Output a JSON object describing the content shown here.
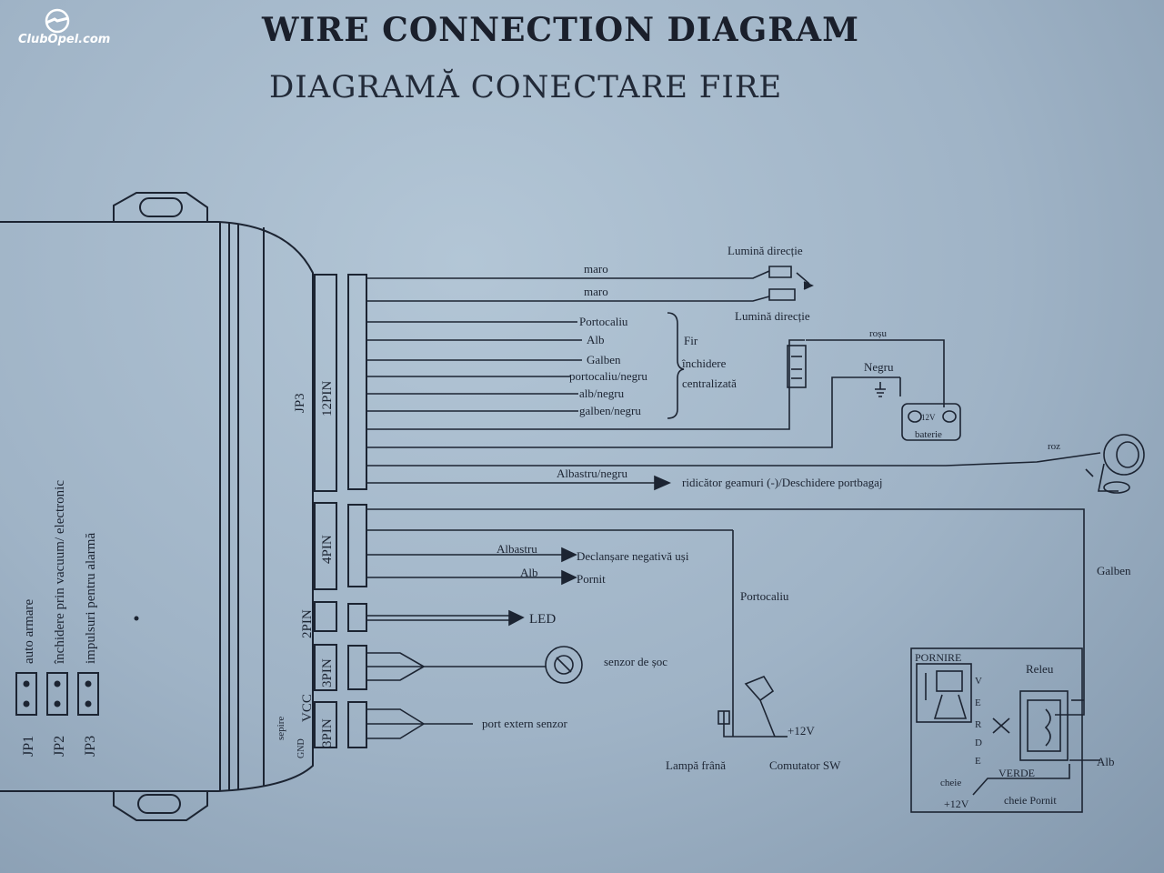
{
  "logo": {
    "text": "ClubOpel.com"
  },
  "title": "WIRE CONNECTION DIAGRAM",
  "subtitle": "DIAGRAMĂ CONECTARE FIRE",
  "jumpers": {
    "jp1": {
      "id": "JP1",
      "desc": "auto armare"
    },
    "jp2": {
      "id": "JP2",
      "desc": "închidere  prin vacuum/ electronic"
    },
    "jp3": {
      "id": "JP3",
      "desc": "impulsuri pentru alarmă"
    }
  },
  "connectors": {
    "jp3": "JP3",
    "pin12": "12PIN",
    "pin4": "4PIN",
    "pin2": "2PIN",
    "pin3a": "3PIN",
    "pin3b": "3PIN",
    "vcc": "VCC",
    "gnd": "GND",
    "sepire": "sepire"
  },
  "wires12": {
    "maro1": "maro",
    "maro2": "maro",
    "portocaliu": "Portocaliu",
    "alb": "Alb",
    "galben": "Galben",
    "portocaliu_negru": "portocaliu/negru",
    "alb_negru": "alb/negru",
    "galben_negru": "galben/negru",
    "albastru_negru": "Albastru/negru"
  },
  "labels": {
    "lumina_top": "Lumină direcție",
    "lumina_bottom": "Lumină direcție",
    "fir_group": [
      "Fir",
      "închidere",
      "centralizată"
    ],
    "rosu": "roșu",
    "negru": "Negru",
    "baterie": "baterie",
    "battery_v": "12V",
    "siren_wire": "roz",
    "portbagaj": "ridicător geamuri (-)/Deschidere portbagaj",
    "albastru": "Albastru",
    "declansare": "Declanșare negativă uși",
    "alb4": "Alb",
    "pornit": "Pornit",
    "portocaliu_v": "Portocaliu",
    "galben_v": "Galben",
    "led": "LED",
    "senzor_soc": "senzor de șoc",
    "port_extern": "port extern senzor",
    "plus12": "+12V",
    "lampa_frana": "Lampă frână",
    "comutator_sw": "Comutator SW",
    "pornire": "PORNIRE",
    "releu": "Releu",
    "verde": "VERDE",
    "alb_r": "Alb",
    "cheie": "cheie",
    "plus12b": "+12V",
    "cheie_pornit": "cheie Pornit",
    "verde_letters": [
      "V",
      "E",
      "R",
      "D",
      "E"
    ]
  },
  "colors": {
    "line": "#1c2432",
    "background": "#a9bccd"
  }
}
